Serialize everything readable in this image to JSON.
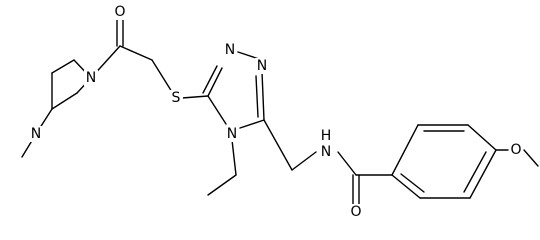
{
  "molecule": {
    "atoms": [
      {
        "id": "O_keto",
        "label": "O"
      },
      {
        "id": "N_pip1",
        "label": "N"
      },
      {
        "id": "N_pip4",
        "label": "N"
      },
      {
        "id": "S_thio",
        "label": "S"
      },
      {
        "id": "N_tri1",
        "label": "N"
      },
      {
        "id": "N_tri2",
        "label": "N"
      },
      {
        "id": "N_tri4",
        "label": "N"
      },
      {
        "id": "N_amide",
        "label": "N"
      },
      {
        "id": "H_amide",
        "label": "H"
      },
      {
        "id": "O_amide",
        "label": "O"
      },
      {
        "id": "O_methoxy",
        "label": "O"
      }
    ]
  }
}
